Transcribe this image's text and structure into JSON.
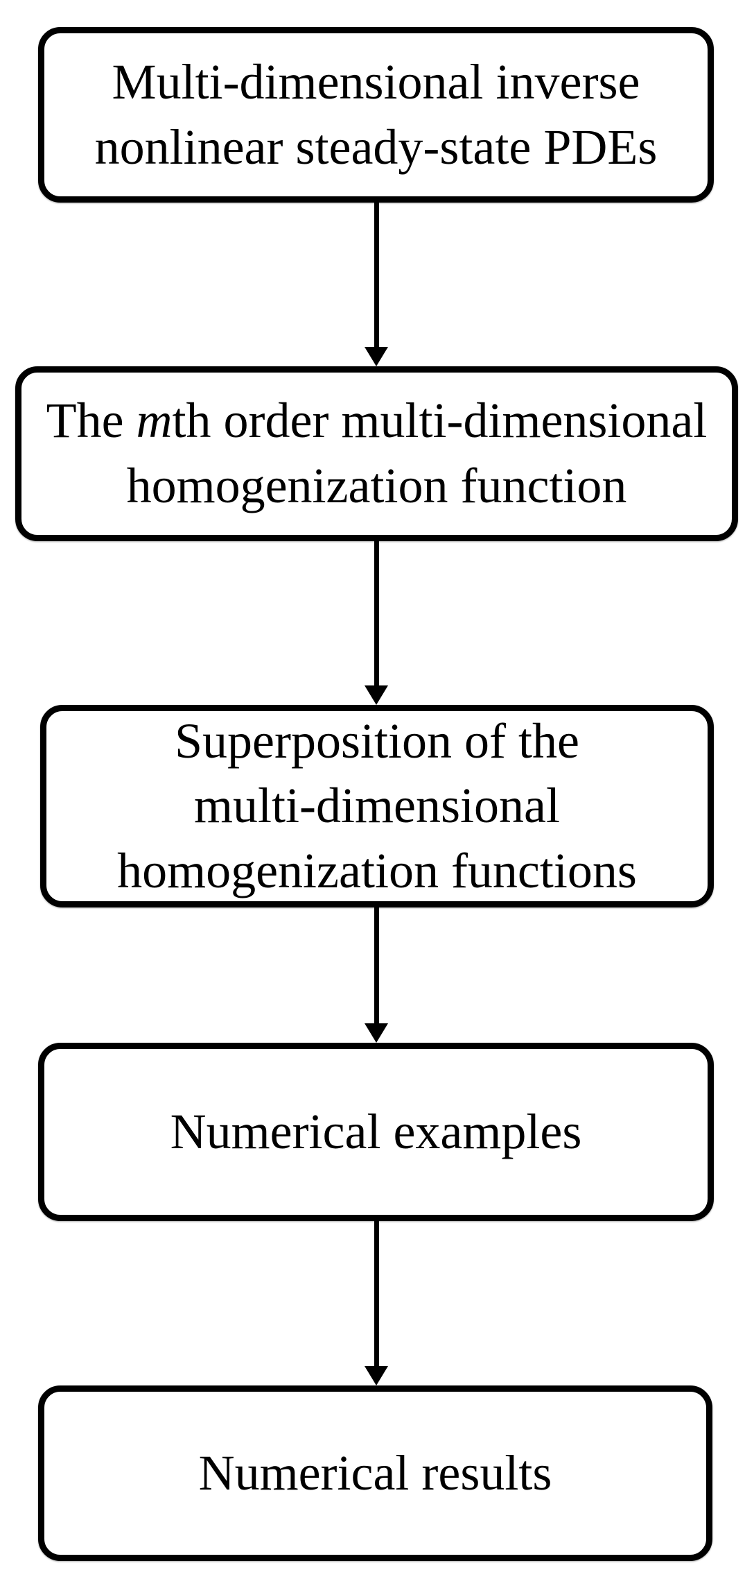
{
  "figure": {
    "type": "flowchart",
    "background_color": "#ffffff",
    "line_color": "#000000",
    "direction": "top-down"
  },
  "boxes": [
    {
      "id": "box-1",
      "label": "Multi-dimensional inverse nonlinear steady-state PDEs",
      "lines": [
        [
          "Multi-dimensional inverse"
        ],
        [
          "nonlinear steady-state PDEs"
        ]
      ]
    },
    {
      "id": "box-2",
      "label": "The mth order multi-dimensional homogenization function",
      "lines": [
        [
          "The ",
          {
            "i": "m"
          },
          "th order multi-dimensional"
        ],
        [
          "homogenization function"
        ]
      ]
    },
    {
      "id": "box-3",
      "label": "Superposition of the multi-dimensional homogenization functions",
      "lines": [
        [
          "Superposition of the"
        ],
        [
          "multi-dimensional"
        ],
        [
          "homogenization functions"
        ]
      ]
    },
    {
      "id": "box-4",
      "label": "Numerical examples",
      "lines": [
        [
          "Numerical examples"
        ]
      ]
    },
    {
      "id": "box-5",
      "label": "Numerical results",
      "lines": [
        [
          "Numerical results"
        ]
      ]
    }
  ],
  "connectors": [
    {
      "from": "box-1",
      "to": "box-2"
    },
    {
      "from": "box-2",
      "to": "box-3"
    },
    {
      "from": "box-3",
      "to": "box-4"
    },
    {
      "from": "box-4",
      "to": "box-5"
    }
  ]
}
